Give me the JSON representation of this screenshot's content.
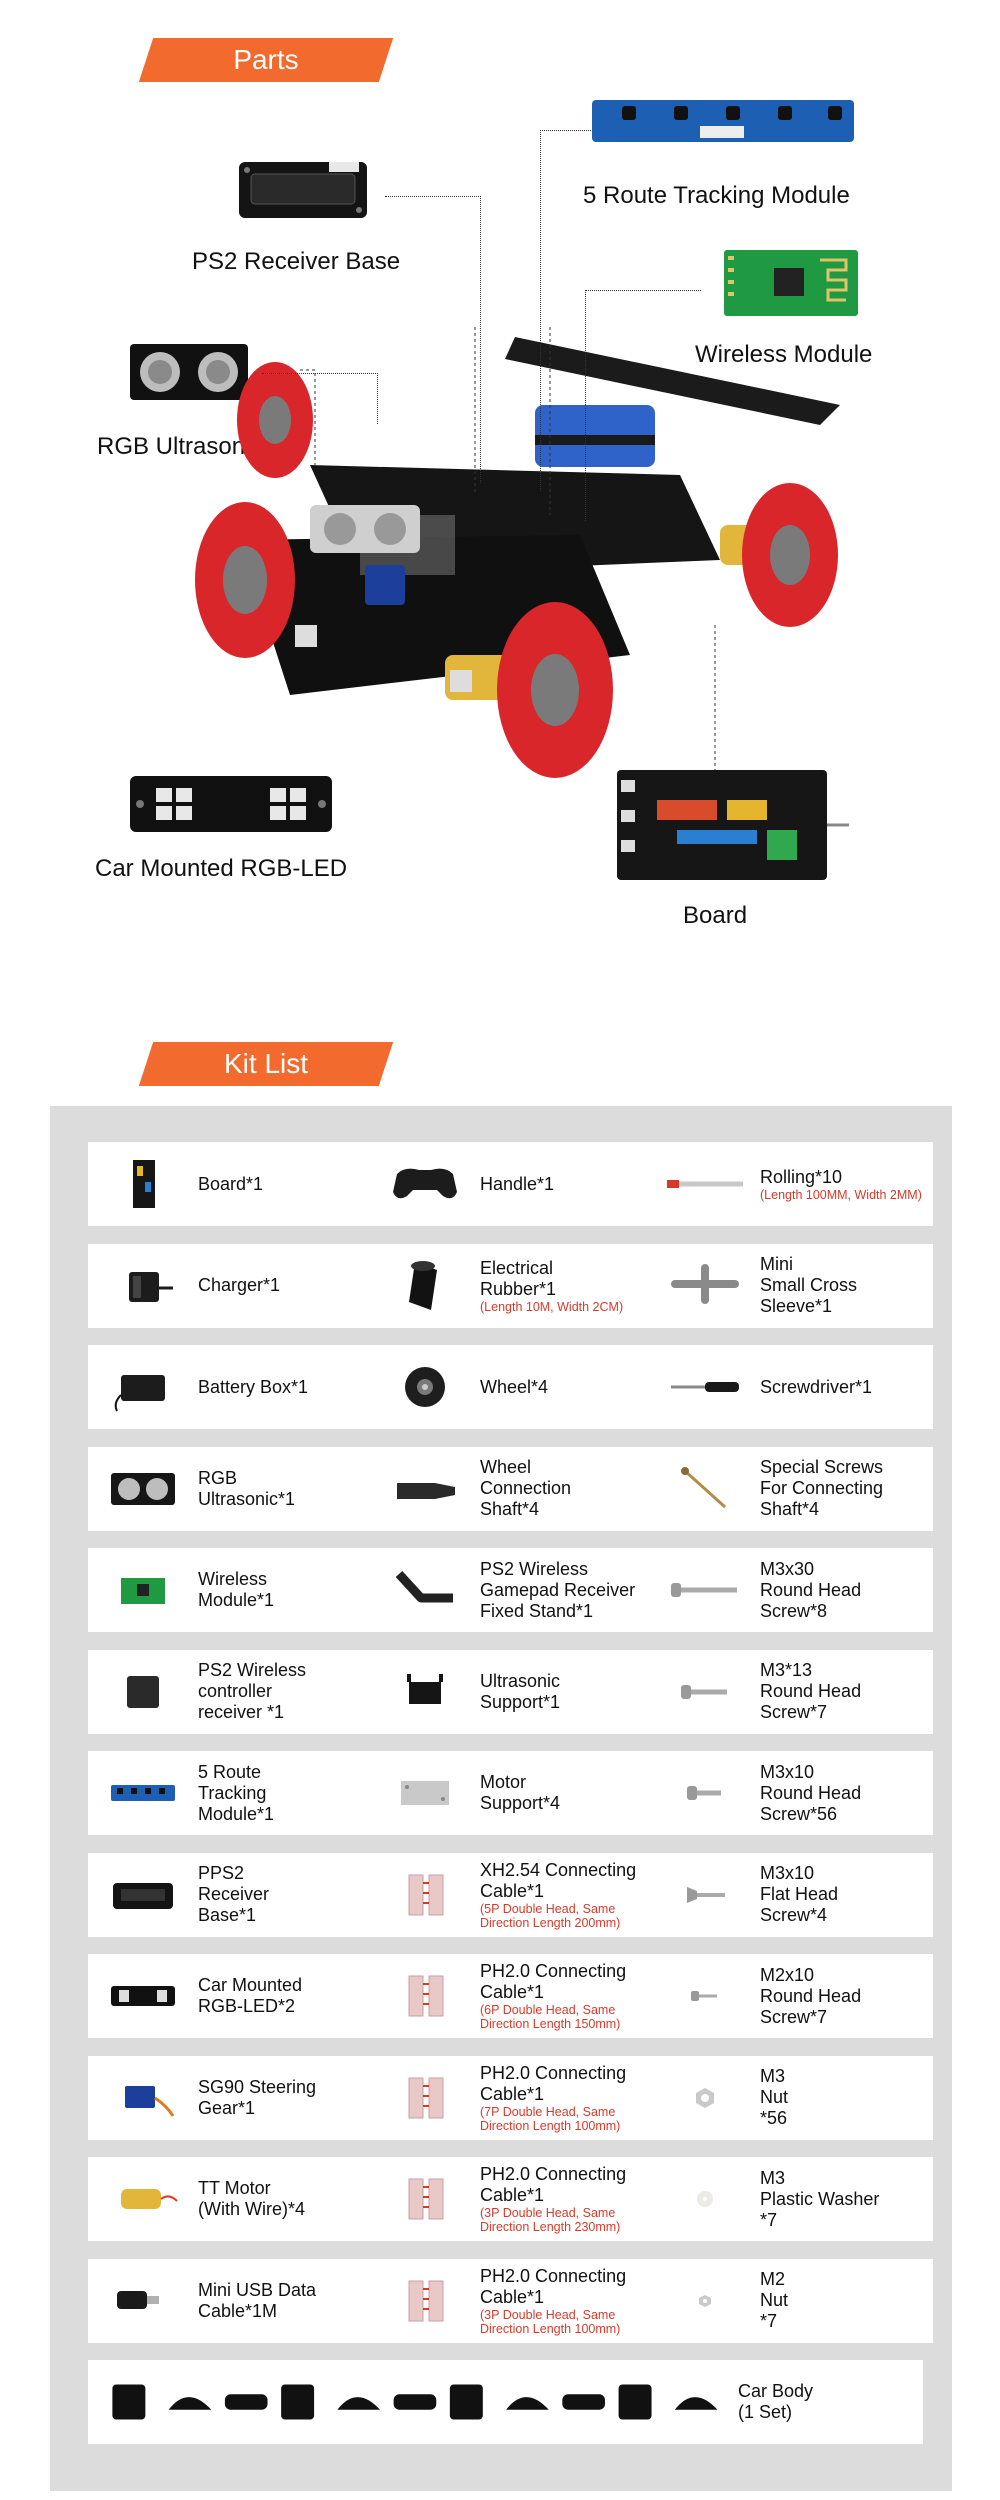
{
  "sections": {
    "parts_title": "Parts",
    "kit_title": "Kit List"
  },
  "parts": {
    "ps2": "PS2 Receiver Base",
    "tracking": "5 Route Tracking Module",
    "wireless": "Wireless Module",
    "ultrasonic": "RGB Ultrasonic",
    "rgbled": "Car Mounted RGB-LED",
    "board": "Board"
  },
  "colors": {
    "accent": "#f26a2e",
    "note": "#d83a2a",
    "panel": "#dcdcdc",
    "wheel": "#d8262a"
  },
  "kit": [
    [
      {
        "name": "Board*1",
        "note": "",
        "icon": "board-icon"
      },
      {
        "name": "Handle*1",
        "note": "",
        "icon": "gamepad-icon"
      },
      {
        "name": "Rolling*10",
        "note": "(Length 100MM, Width 2MM)",
        "icon": "tape-roll-icon"
      }
    ],
    [
      {
        "name": "Charger*1",
        "note": "",
        "icon": "charger-icon"
      },
      {
        "name": "Electrical\nRubber*1",
        "note": "(Length 10M, Width 2CM)",
        "icon": "electrical-tape-icon"
      },
      {
        "name": "Mini\nSmall Cross\nSleeve*1",
        "note": "",
        "icon": "cross-sleeve-icon"
      }
    ],
    [
      {
        "name": "Battery Box*1",
        "note": "",
        "icon": "battery-box-icon"
      },
      {
        "name": "Wheel*4",
        "note": "",
        "icon": "wheel-icon"
      },
      {
        "name": "Screwdriver*1",
        "note": "",
        "icon": "screwdriver-icon"
      }
    ],
    [
      {
        "name": "RGB\nUltrasonic*1",
        "note": "",
        "icon": "ultrasonic-icon"
      },
      {
        "name": "Wheel\nConnection\nShaft*4",
        "note": "",
        "icon": "shaft-icon"
      },
      {
        "name": "Special Screws\nFor Connecting\nShaft*4",
        "note": "",
        "icon": "special-screw-icon"
      }
    ],
    [
      {
        "name": "Wireless\nModule*1",
        "note": "",
        "icon": "wireless-module-icon"
      },
      {
        "name": "PS2 Wireless\nGamepad Receiver\nFixed Stand*1",
        "note": "",
        "icon": "stand-icon"
      },
      {
        "name": "M3x30\nRound Head\nScrew*8",
        "note": "",
        "icon": "long-screw-icon"
      }
    ],
    [
      {
        "name": "PS2 Wireless\ncontroller\nreceiver *1",
        "note": "",
        "icon": "receiver-icon"
      },
      {
        "name": "Ultrasonic\nSupport*1",
        "note": "",
        "icon": "support-icon"
      },
      {
        "name": "M3*13\nRound Head\nScrew*7",
        "note": "",
        "icon": "screw-icon"
      }
    ],
    [
      {
        "name": "5 Route\nTracking\nModule*1",
        "note": "",
        "icon": "tracking-icon"
      },
      {
        "name": "Motor\nSupport*4",
        "note": "",
        "icon": "plate-icon"
      },
      {
        "name": "M3x10\nRound Head\nScrew*56",
        "note": "",
        "icon": "short-screw-icon"
      }
    ],
    [
      {
        "name": "PPS2\nReceiver\nBase*1",
        "note": "",
        "icon": "receiver-base-icon"
      },
      {
        "name": "XH2.54 Connecting\nCable*1",
        "note": "(5P Double Head, Same\nDirection Length 200mm)",
        "icon": "cable-icon"
      },
      {
        "name": "M3x10\nFlat Head\nScrew*4",
        "note": "",
        "icon": "flat-screw-icon"
      }
    ],
    [
      {
        "name": "Car Mounted\nRGB-LED*2",
        "note": "",
        "icon": "rgb-led-icon"
      },
      {
        "name": "PH2.0 Connecting\nCable*1",
        "note": "(6P Double Head, Same\nDirection Length 150mm)",
        "icon": "cable-icon"
      },
      {
        "name": "M2x10\nRound Head\nScrew*7",
        "note": "",
        "icon": "tiny-screw-icon"
      }
    ],
    [
      {
        "name": "SG90 Steering\nGear*1",
        "note": "",
        "icon": "servo-icon"
      },
      {
        "name": "PH2.0 Connecting\nCable*1",
        "note": "(7P Double Head, Same\nDirection Length 100mm)",
        "icon": "cable-icon"
      },
      {
        "name": "M3\nNut\n*56",
        "note": "",
        "icon": "nut-icon"
      }
    ],
    [
      {
        "name": "TT Motor\n(With Wire)*4",
        "note": "",
        "icon": "motor-icon"
      },
      {
        "name": "PH2.0 Connecting\nCable*1",
        "note": "(3P Double Head, Same\nDirection Length 230mm)",
        "icon": "cable-icon"
      },
      {
        "name": "M3\nPlastic Washer\n*7",
        "note": "",
        "icon": "washer-icon"
      }
    ],
    [
      {
        "name": "Mini USB Data\nCable*1M",
        "note": "",
        "icon": "usb-cable-icon"
      },
      {
        "name": "PH2.0 Connecting\nCable*1",
        "note": "(3P Double Head, Same\nDirection Length 100mm)",
        "icon": "cable-icon"
      },
      {
        "name": "M2\nNut\n*7",
        "note": "",
        "icon": "small-nut-icon"
      }
    ]
  ],
  "car_body": {
    "name": "Car Body\n(1 Set)",
    "icon": "car-body-parts-icon"
  }
}
